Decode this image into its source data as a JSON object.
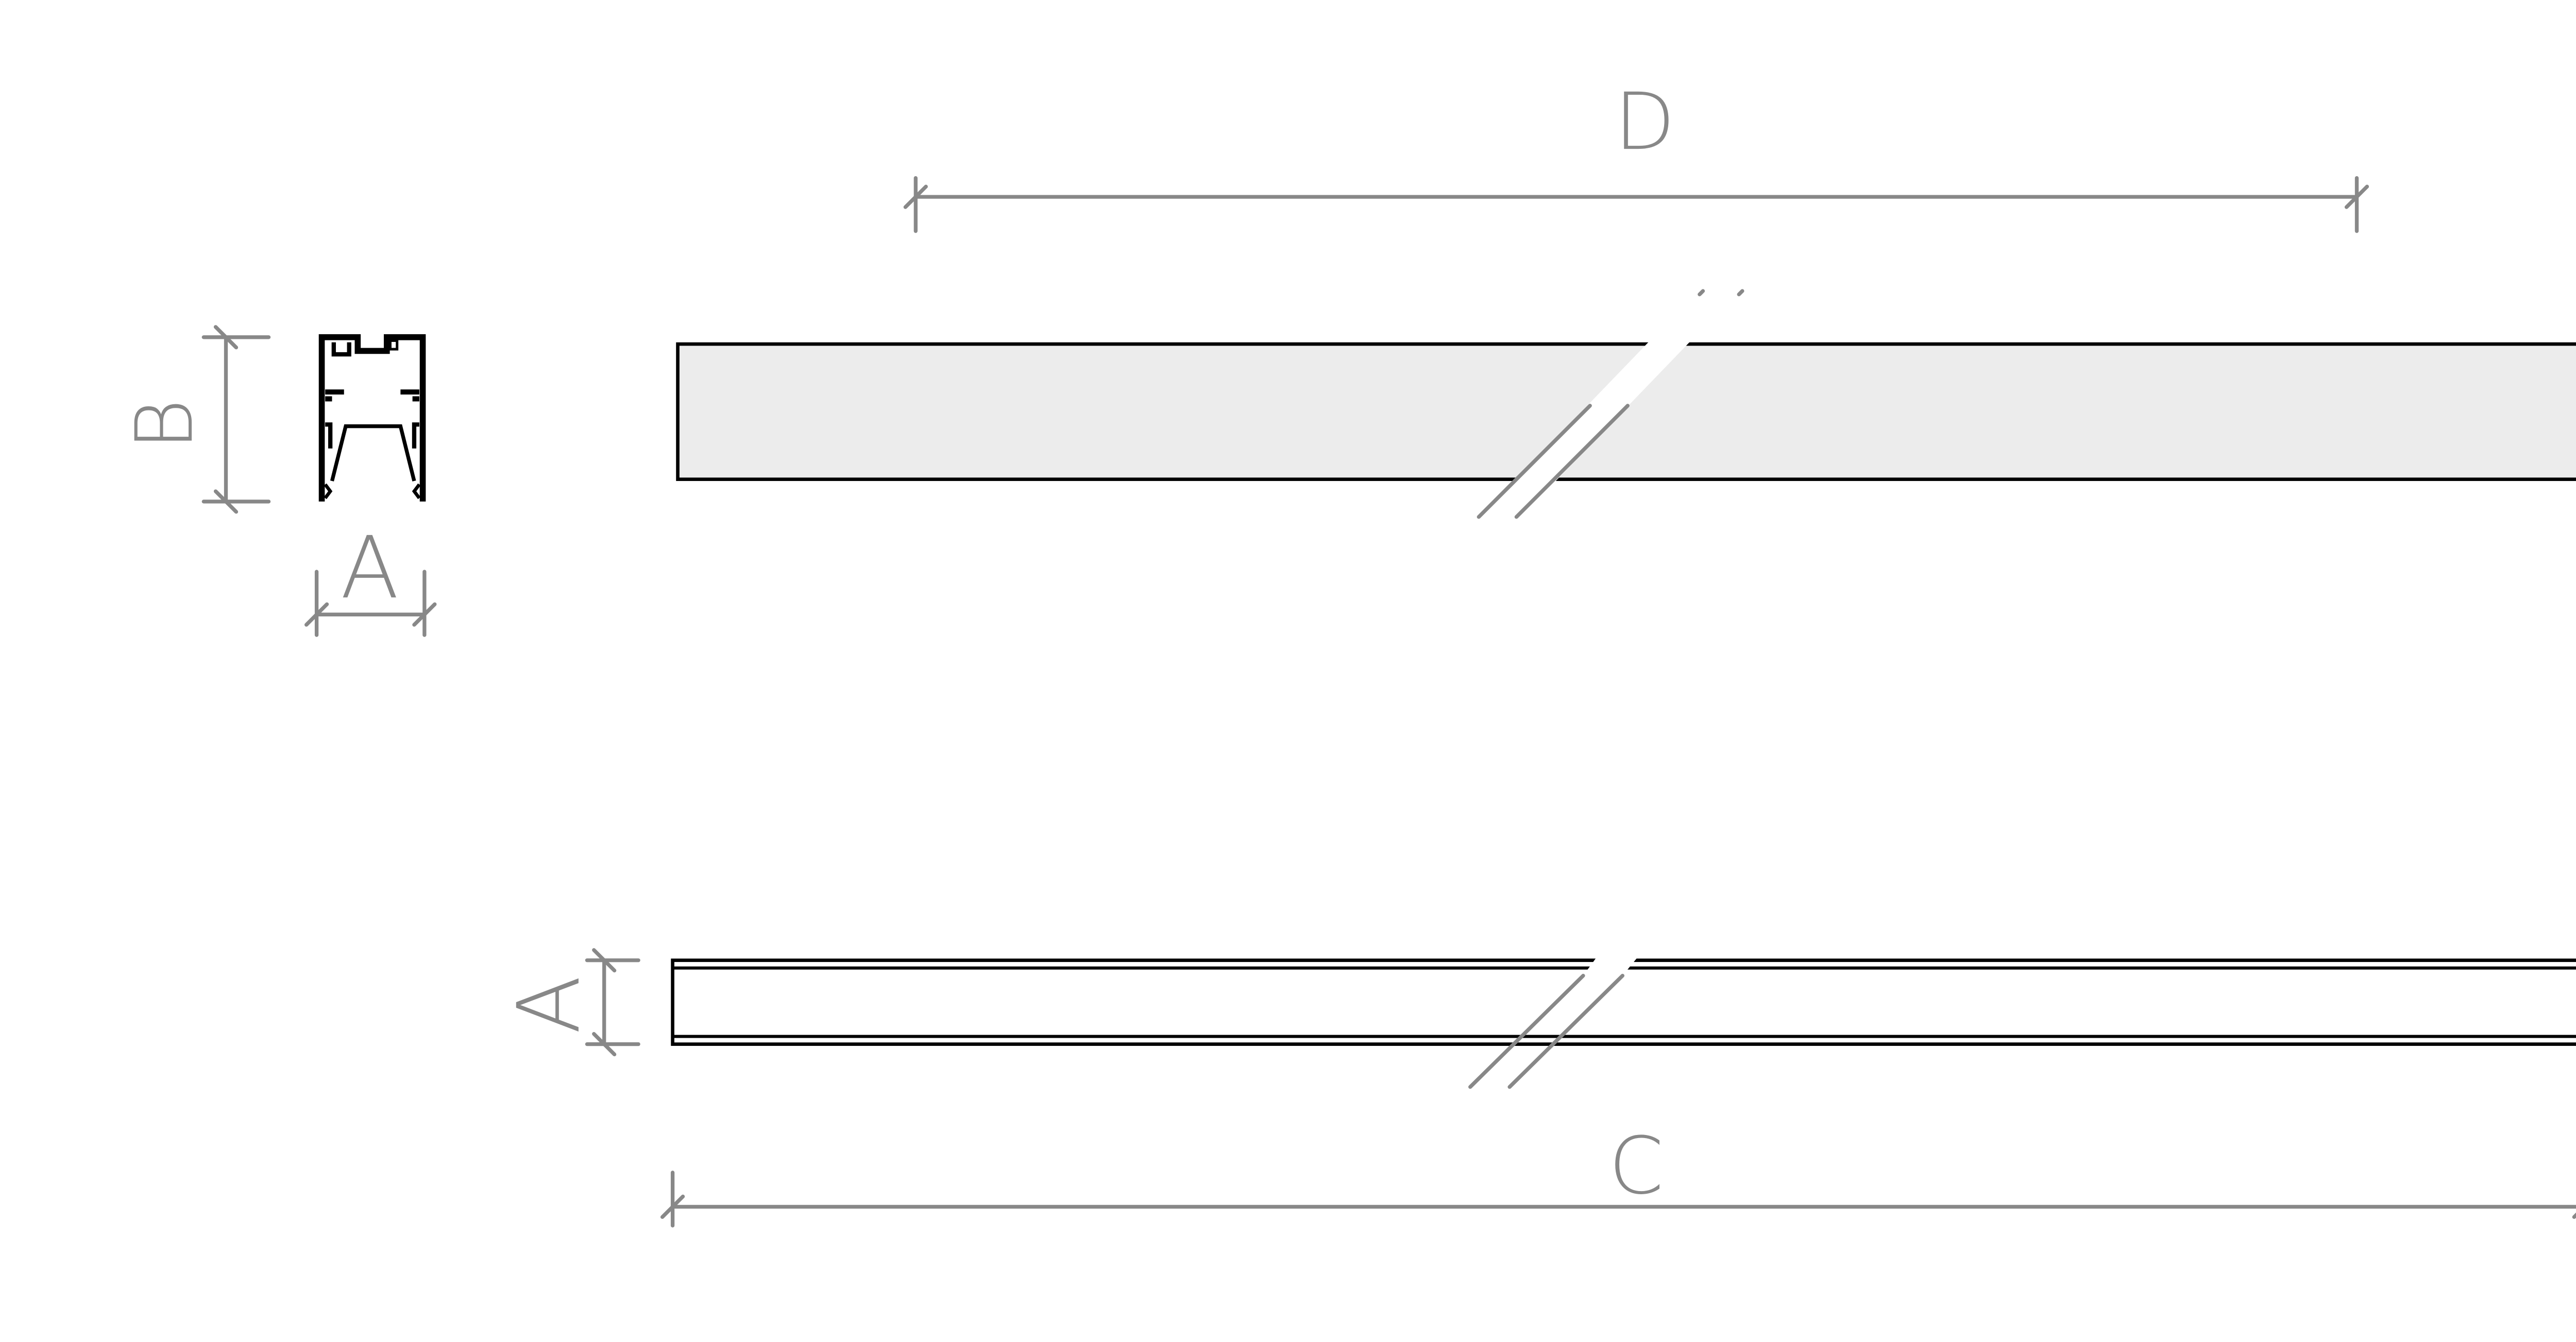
{
  "labels": {
    "section_height": "B",
    "section_width": "A",
    "side_width": "A",
    "length_total": "C",
    "length_visible": "D"
  },
  "colors": {
    "dimension": "#888888",
    "outline": "#000000",
    "fill": "#ececec"
  }
}
